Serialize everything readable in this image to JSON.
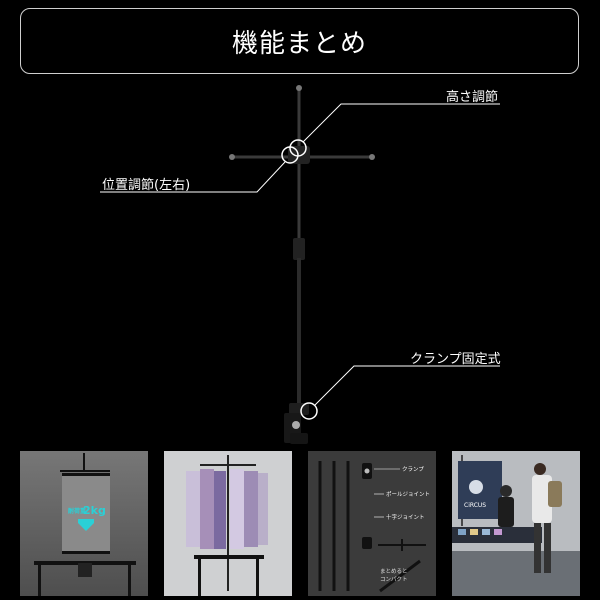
{
  "title": "機能まとめ",
  "callouts": {
    "height": "高さ調節",
    "position": "位置調節(左右)",
    "clamp": "クランプ固定式"
  },
  "thumbnails": [
    {
      "name": "weight-capacity",
      "badge_prefix": "耐荷重",
      "badge_value": "2kg"
    },
    {
      "name": "hanging-goods"
    },
    {
      "name": "parts",
      "labels": {
        "clamp": "クランプ",
        "pole_joint": "ポールジョイント",
        "cross_joint": "十字ジョイント"
      },
      "compact_line1": "まとめると",
      "compact_line2": "コンパクト"
    },
    {
      "name": "booth-scene",
      "sign": "CiRCUS"
    }
  ],
  "colors": {
    "accent": "#2ad0d6",
    "frame": "#cfcfcf"
  }
}
